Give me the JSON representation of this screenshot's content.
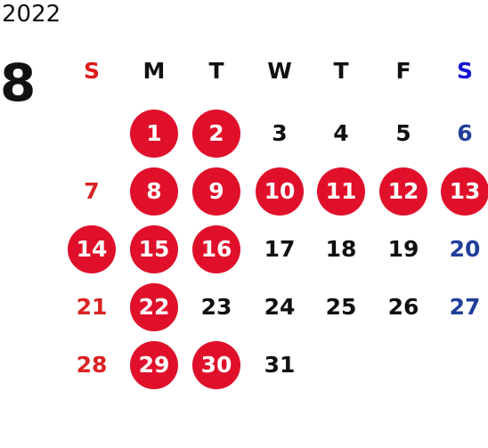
{
  "year": "2022",
  "month": "8",
  "colors": {
    "sunday": "#d92222",
    "saturday": "#1f3f9a",
    "weekday": "#111111",
    "holiday_circle": "#e0102a",
    "holiday_text": "#ffffff"
  },
  "weekdays": [
    "S",
    "M",
    "T",
    "W",
    "T",
    "F",
    "S"
  ],
  "weeks": [
    [
      null,
      {
        "day": "1",
        "holiday": true
      },
      {
        "day": "2",
        "holiday": true
      },
      {
        "day": "3",
        "holiday": false
      },
      {
        "day": "4",
        "holiday": false
      },
      {
        "day": "5",
        "holiday": false
      },
      {
        "day": "6",
        "holiday": false
      }
    ],
    [
      {
        "day": "7",
        "holiday": false
      },
      {
        "day": "8",
        "holiday": true
      },
      {
        "day": "9",
        "holiday": true
      },
      {
        "day": "10",
        "holiday": true
      },
      {
        "day": "11",
        "holiday": true
      },
      {
        "day": "12",
        "holiday": true
      },
      {
        "day": "13",
        "holiday": true
      }
    ],
    [
      {
        "day": "14",
        "holiday": true
      },
      {
        "day": "15",
        "holiday": true
      },
      {
        "day": "16",
        "holiday": true
      },
      {
        "day": "17",
        "holiday": false
      },
      {
        "day": "18",
        "holiday": false
      },
      {
        "day": "19",
        "holiday": false
      },
      {
        "day": "20",
        "holiday": false
      }
    ],
    [
      {
        "day": "21",
        "holiday": false
      },
      {
        "day": "22",
        "holiday": true
      },
      {
        "day": "23",
        "holiday": false
      },
      {
        "day": "24",
        "holiday": false
      },
      {
        "day": "25",
        "holiday": false
      },
      {
        "day": "26",
        "holiday": false
      },
      {
        "day": "27",
        "holiday": false
      }
    ],
    [
      {
        "day": "28",
        "holiday": false
      },
      {
        "day": "29",
        "holiday": true
      },
      {
        "day": "30",
        "holiday": true
      },
      {
        "day": "31",
        "holiday": false
      },
      null,
      null,
      null
    ]
  ]
}
